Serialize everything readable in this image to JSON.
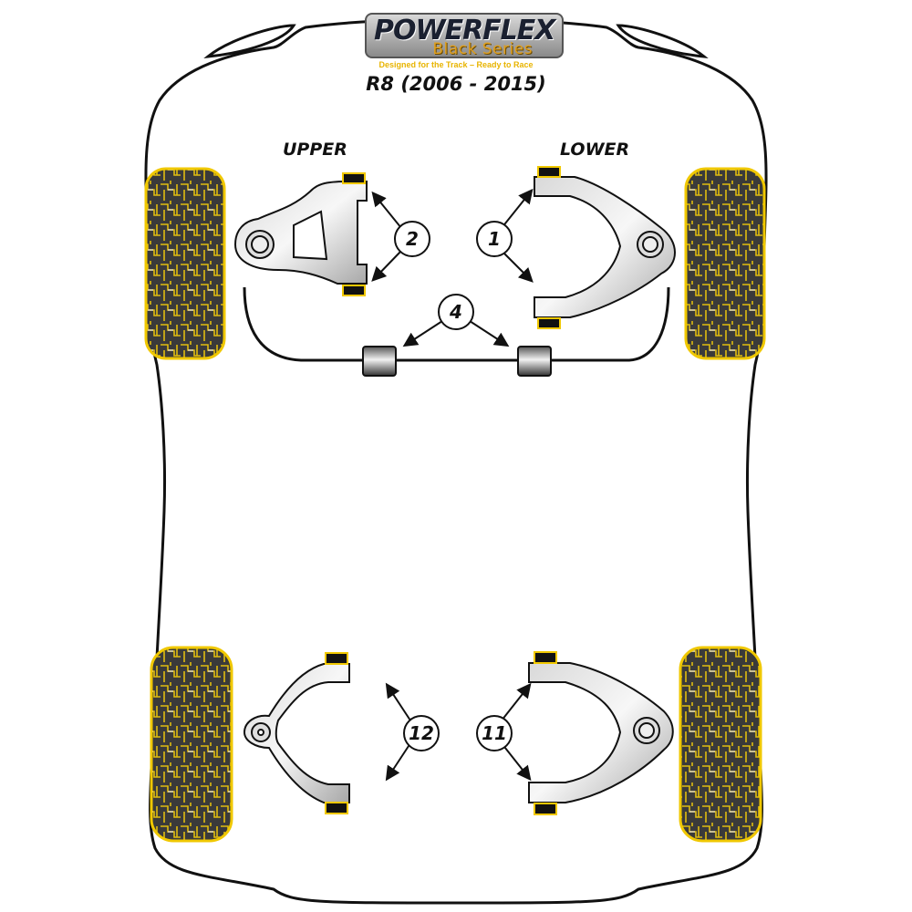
{
  "brand": {
    "name": "POWERFLEX",
    "series": "Black Series",
    "tagline": "Designed for the Track – Ready to Race"
  },
  "model": "R8 (2006 - 2015)",
  "labels": {
    "upper": "UPPER",
    "lower": "LOWER"
  },
  "callouts": [
    {
      "id": "2",
      "label": "2",
      "part": "front-upper-arm-bushes"
    },
    {
      "id": "1",
      "label": "1",
      "part": "front-lower-arm-bushes"
    },
    {
      "id": "4",
      "label": "4",
      "part": "anti-roll-bar-bushes"
    },
    {
      "id": "12",
      "label": "12",
      "part": "rear-arm-bushes-left"
    },
    {
      "id": "11",
      "label": "11",
      "part": "rear-arm-bushes-right"
    }
  ],
  "colors": {
    "outline": "#111111",
    "tire_fill": "#3a3a3a",
    "tire_accent": "#e8c400",
    "bush_yellow": "#f0c800",
    "arm_light": "#f2f2f2",
    "arm_dark": "#a8a8a8"
  }
}
